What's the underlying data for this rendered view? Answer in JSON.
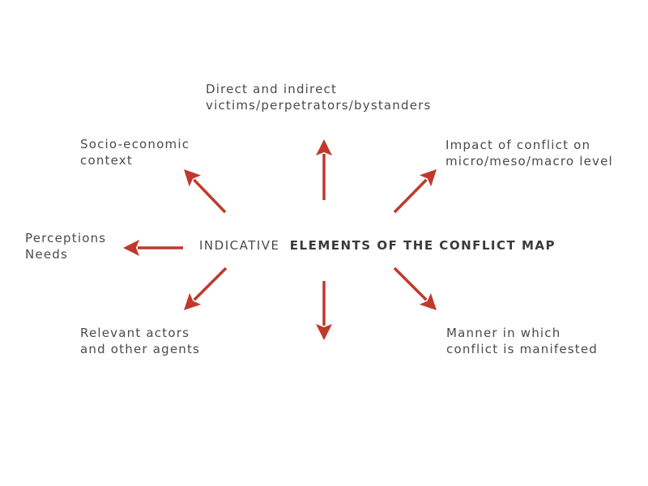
{
  "center": {
    "prefix": "INDICATIVE",
    "emphasis": "ELEMENTS OF THE CONFLICT MAP"
  },
  "nodes": {
    "top": {
      "line1": "Direct and indirect",
      "line2": "victims/perpetrators/bystanders"
    },
    "top_left": {
      "line1": "Socio-economic",
      "line2": "context"
    },
    "top_right": {
      "line1": "Impact of conflict on",
      "line2": "micro/meso/macro level"
    },
    "left": {
      "line1": "Perceptions",
      "line2": "Needs"
    },
    "bottom_left": {
      "line1": "Relevant actors",
      "line2": "and other agents"
    },
    "bottom_right": {
      "line1": "Manner in which",
      "line2": "conflict is manifested"
    }
  },
  "colors": {
    "arrow": "#c0392b",
    "text": "#4a4a4a"
  }
}
